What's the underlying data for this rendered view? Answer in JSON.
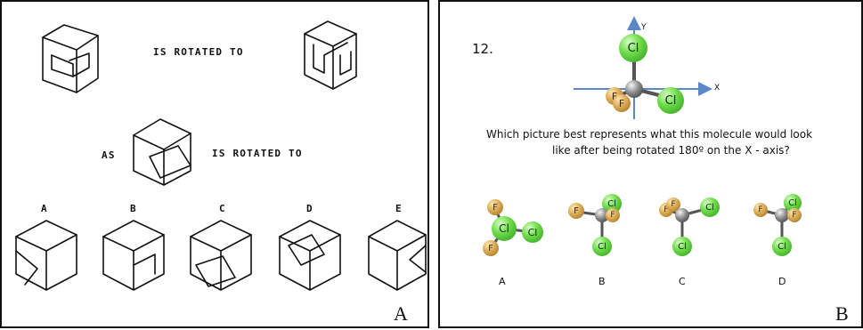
{
  "panel_a": {
    "label": "A",
    "top_text": "IS ROTATED TO",
    "as_text": "AS",
    "mid_text": "IS ROTATED TO",
    "options": [
      "A",
      "B",
      "C",
      "D",
      "E"
    ]
  },
  "panel_b": {
    "label": "B",
    "question_number": "12.",
    "axis_y": "Y",
    "axis_x": "X",
    "question_line1": "Which picture best represents what this molecule would look",
    "question_line2": "like after being rotated 180º on the X - axis?",
    "atom_cl": "Cl",
    "atom_f": "F",
    "options": [
      "A",
      "B",
      "C",
      "D"
    ],
    "colors": {
      "chlorine": "#4cc23a",
      "fluorine": "#c8954a",
      "carbon": "#6e6e6e",
      "axis": "#5b87c7"
    }
  }
}
